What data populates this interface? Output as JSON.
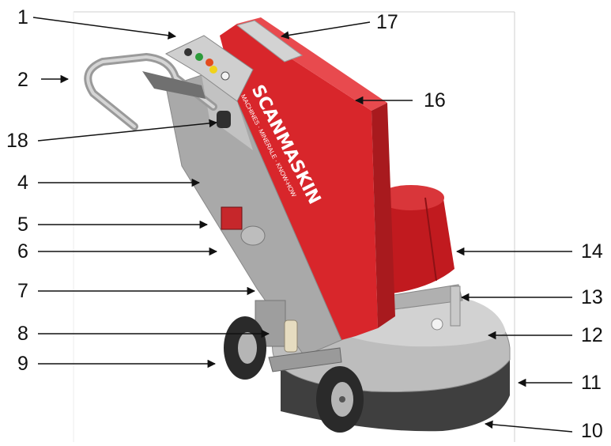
{
  "diagram": {
    "labels_left": [
      {
        "id": "1",
        "text": "1"
      },
      {
        "id": "2",
        "text": "2"
      },
      {
        "id": "18",
        "text": "18"
      },
      {
        "id": "4",
        "text": "4"
      },
      {
        "id": "5",
        "text": "5"
      },
      {
        "id": "6",
        "text": "6"
      },
      {
        "id": "7",
        "text": "7"
      },
      {
        "id": "8",
        "text": "8"
      },
      {
        "id": "9",
        "text": "9"
      }
    ],
    "labels_right": [
      {
        "id": "17",
        "text": "17"
      },
      {
        "id": "16",
        "text": "16"
      },
      {
        "id": "14",
        "text": "14"
      },
      {
        "id": "13",
        "text": "13"
      },
      {
        "id": "12",
        "text": "12"
      },
      {
        "id": "11",
        "text": "11"
      },
      {
        "id": "10",
        "text": "10"
      }
    ],
    "machine": {
      "brand": "SCANMASKIN",
      "tagline": "MACHINES · MINERALE · KNOW-HOW"
    },
    "colors": {
      "body_red": "#d8262b",
      "frame_gray": "#a9a9a9",
      "dark_gray": "#4a4a4a",
      "motor_red": "#c11a1f"
    }
  }
}
